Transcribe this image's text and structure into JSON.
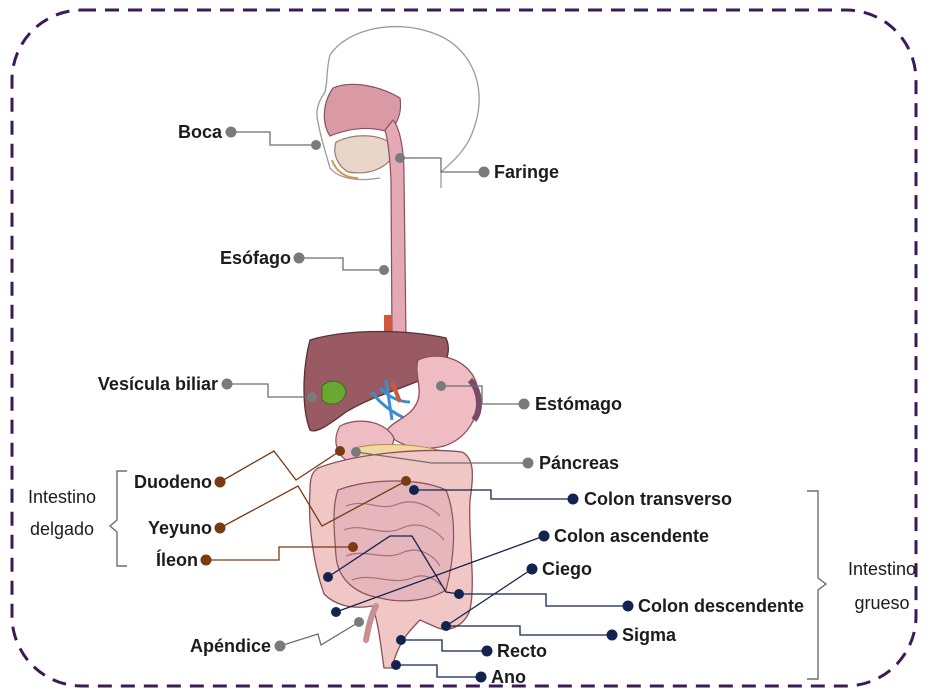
{
  "colors": {
    "border": "#3d1a57",
    "leader_gray": "#6e6e6e",
    "leader_brown": "#7a3a12",
    "leader_navy": "#13234f",
    "dot_gray": "#7a7a7a",
    "dot_brown": "#7a3a12",
    "dot_navy": "#13234f",
    "organ_pink": "#d99aa6",
    "liver": "#9a5a64",
    "intestine": "#e6b6bd",
    "large_intestine": "#f0c7c5"
  },
  "labels": {
    "boca": "Boca",
    "faringe": "Faringe",
    "esofago": "Esófago",
    "vesicula": "Vesícula biliar",
    "estomago": "Estómago",
    "pancreas": "Páncreas",
    "duodeno": "Duodeno",
    "yeyuno": "Yeyuno",
    "ileon": "Íleon",
    "colon_transverso": "Colon transverso",
    "colon_ascendente": "Colon ascendente",
    "ciego": "Ciego",
    "colon_descendente": "Colon descendente",
    "sigma": "Sigma",
    "apendice": "Apéndice",
    "recto": "Recto",
    "ano": "Ano"
  },
  "groups": {
    "small_intestine": [
      "Intestino",
      "delgado"
    ],
    "large_intestine": [
      "Intestino",
      "grueso"
    ]
  },
  "icons": {
    "head": "head-outline-icon",
    "digestive": "digestive-system-illustration"
  }
}
